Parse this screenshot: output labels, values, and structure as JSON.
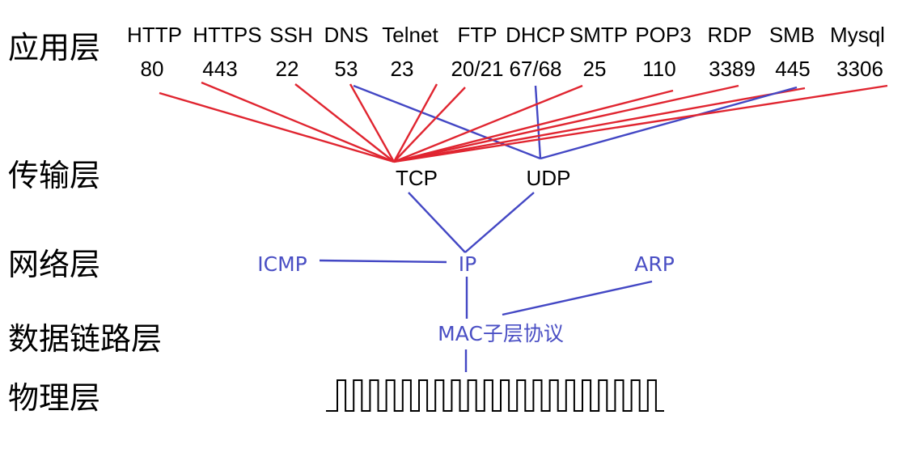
{
  "layers": {
    "application": "应用层",
    "transport": "传输层",
    "network": "网络层",
    "datalink": "数据链路层",
    "physical": "物理层"
  },
  "protocols": [
    {
      "name": "HTTP",
      "port": "80",
      "transport": "TCP"
    },
    {
      "name": "HTTPS",
      "port": "443",
      "transport": "TCP"
    },
    {
      "name": "SSH",
      "port": "22",
      "transport": "TCP"
    },
    {
      "name": "DNS",
      "port": "53",
      "transport": "TCP+UDP"
    },
    {
      "name": "Telnet",
      "port": "23",
      "transport": "TCP"
    },
    {
      "name": "FTP",
      "port": "20/21",
      "transport": "TCP"
    },
    {
      "name": "DHCP",
      "port": "67/68",
      "transport": "UDP"
    },
    {
      "name": "SMTP",
      "port": "25",
      "transport": "TCP"
    },
    {
      "name": "POP3",
      "port": "110",
      "transport": "TCP"
    },
    {
      "name": "RDP",
      "port": "3389",
      "transport": "TCP"
    },
    {
      "name": "SMB",
      "port": "445",
      "transport": "TCP+UDP"
    },
    {
      "name": "Mysql",
      "port": "3306",
      "transport": "TCP"
    }
  ],
  "transport_nodes": {
    "tcp": "TCP",
    "udp": "UDP"
  },
  "network_nodes": {
    "icmp": "ICMP",
    "ip": "IP",
    "arp": "ARP"
  },
  "datalink_node": "MAC子层协议",
  "colors": {
    "tcp_link": "#e02530",
    "other_link": "#4347c4",
    "blue_text": "#4a4fc4"
  }
}
